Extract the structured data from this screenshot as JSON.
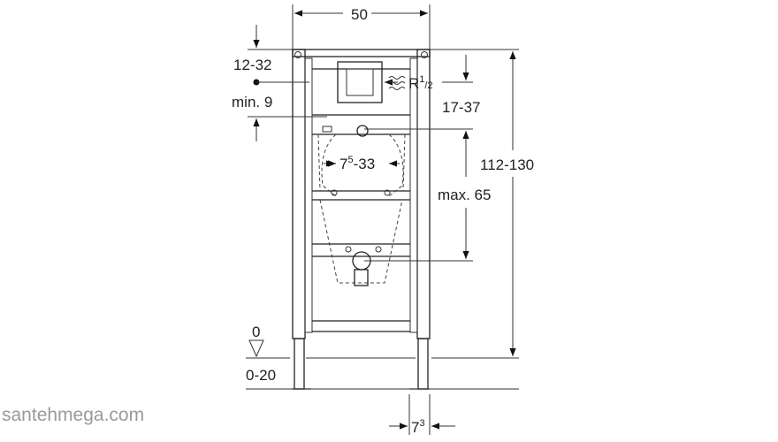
{
  "dimensions": {
    "width": "50",
    "top_offset": "12-32",
    "min_offset": "min. 9",
    "connection": {
      "base": "R",
      "sup": "1",
      "rest": "/2"
    },
    "supply_height": "17-37",
    "overall_height": "112-130",
    "inner_width": {
      "base": "7",
      "sup": "5",
      "rest": "-33"
    },
    "max_height": "max. 65",
    "floor_level": "0",
    "floor_range": "0-20",
    "foot_width": {
      "base": "7",
      "sup": "3"
    }
  },
  "watermark": "santehmega.com"
}
